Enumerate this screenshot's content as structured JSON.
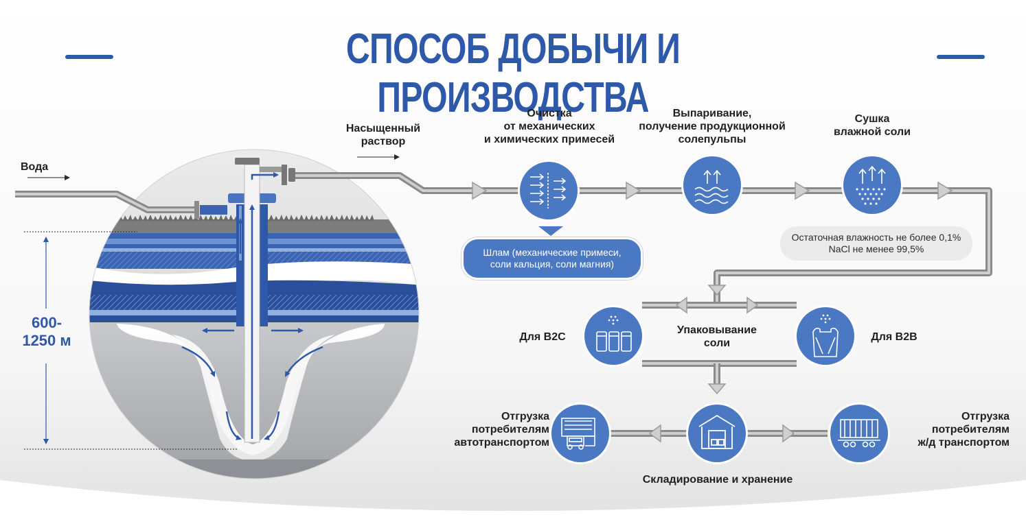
{
  "title": "СПОСОБ ДОБЫЧИ И ПРОИЗВОДСТВА",
  "labels": {
    "water": "Вода",
    "saturated": [
      "Насыщенный",
      "раствор"
    ],
    "depth": [
      "600-",
      "1250 м"
    ],
    "purification": [
      "Очистка",
      "от механических",
      "и химических примесей"
    ],
    "evaporation": [
      "Выпаривание,",
      "получение продукционной",
      "солепульпы"
    ],
    "drying": [
      "Сушка",
      "влажной соли"
    ],
    "sludge": [
      "Шлам (механические примеси,",
      "соли кальция, соли магния)"
    ],
    "quality": [
      "Остаточная влажность не более 0,1%",
      "NaCl не менее 99,5%"
    ],
    "b2c": "Для В2С",
    "packaging": [
      "Упаковывание",
      "соли"
    ],
    "b2b": "Для В2В",
    "truck": [
      "Отгрузка",
      "потребителям",
      "автотранспортом"
    ],
    "warehouse": "Складирование и хранение",
    "rail": [
      "Отгрузка",
      "потребителям",
      "ж/д транспортом"
    ]
  },
  "icons": {
    "purification": "filter-arrows-icon",
    "evaporation": "evaporation-waves-icon",
    "drying": "drying-salt-icon",
    "b2c": "salt-jars-icon",
    "b2b": "big-bag-icon",
    "truck": "truck-icon",
    "warehouse": "warehouse-icon",
    "rail": "rail-wagon-icon"
  },
  "colors": {
    "brand": "#2e58a8",
    "icon_circle": "#4a78c2",
    "pipe": "#888888",
    "light_blue": "#8fb0e0",
    "quality_pill": "#ebebeb"
  }
}
